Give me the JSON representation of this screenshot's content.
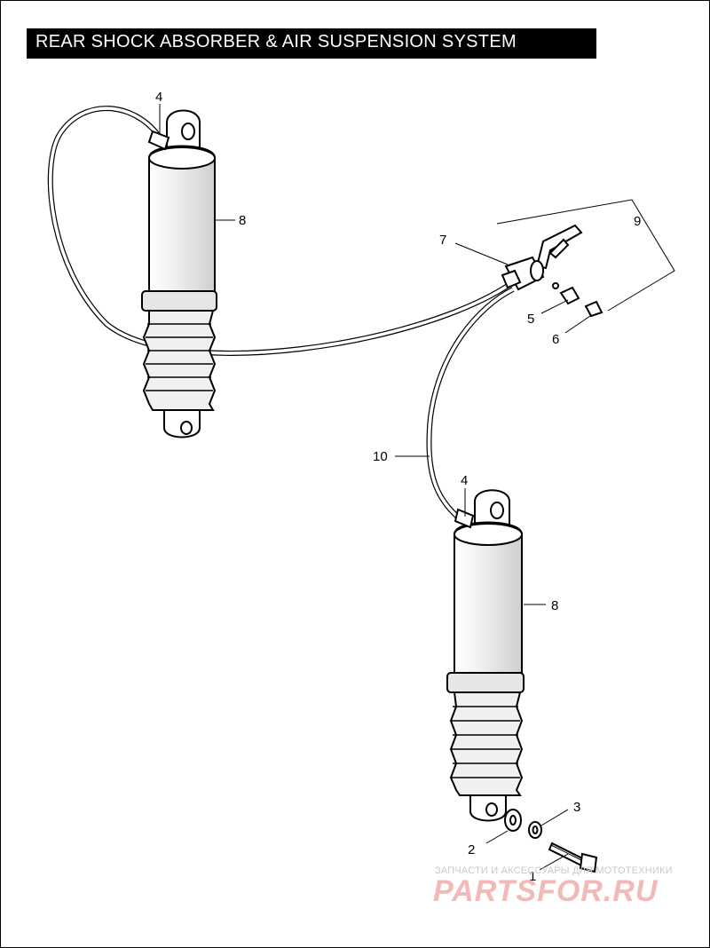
{
  "header": {
    "title": "REAR SHOCK ABSORBER & AIR SUSPENSION SYSTEM"
  },
  "callouts": {
    "c4_top": "4",
    "c8_top": "8",
    "c7": "7",
    "c9": "9",
    "c5": "5",
    "c6": "6",
    "c10": "10",
    "c4_bottom": "4",
    "c8_bottom": "8",
    "c3": "3",
    "c2": "2",
    "c1": "1"
  },
  "watermark": {
    "caption": "ЗАПЧАСТИ И АКСЕССУАРЫ ДЛЯ МОТОТЕХНИКИ",
    "logo": "PARTSFOR.RU"
  },
  "colors": {
    "title_bg": "#000000",
    "title_fg": "#ffffff",
    "line": "#000000",
    "watermark": "#f2b9b9"
  }
}
